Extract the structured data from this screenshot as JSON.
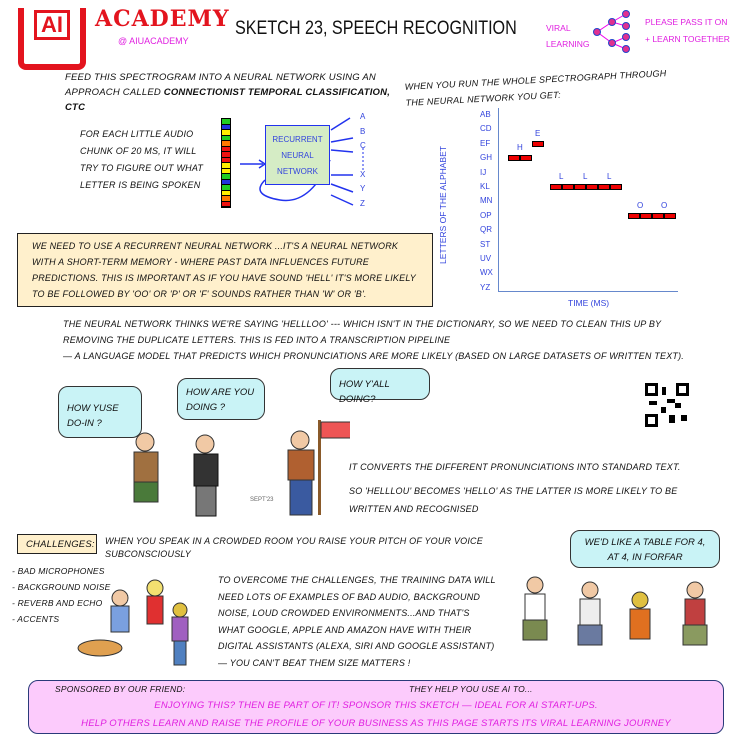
{
  "header": {
    "logo_text": "AI",
    "brand": "ACADEMY",
    "handle": "@ AIUACADEMY",
    "title": "SKETCH 23, SPEECH RECOGNITION",
    "viral_label": "VIRAL LEARNING",
    "pass_on": "PLEASE PASS IT ON",
    "learn_together": "+ LEARN TOGETHER"
  },
  "intro": {
    "line1": "FEED THIS SPECTROGRAM INTO A NEURAL NETWORK USING AN",
    "line2_prefix": "APPROACH CALLED ",
    "line2_bold": "CONNECTIONIST TEMPORAL CLASSIFICATION, CTC"
  },
  "chunk_text": [
    "FOR EACH LITTLE AUDIO",
    "CHUNK OF 20 MS, IT WILL",
    "TRY TO FIGURE OUT WHAT",
    "LETTER IS BEING SPOKEN"
  ],
  "rnn": {
    "label": "RECURRENT NEURAL NETWORK",
    "outputs": [
      "A",
      "B",
      "C",
      "X",
      "Y",
      "Z"
    ],
    "spectro_colors": [
      "#22cc22",
      "#2233dd",
      "#ffee00",
      "#22cc22",
      "#ff7700",
      "#ee1111",
      "#ee1111",
      "#ee1111",
      "#ffee00",
      "#ffee00",
      "#22cc22",
      "#2233dd",
      "#22cc22",
      "#ffee00",
      "#ff7700",
      "#ee1111"
    ]
  },
  "result_intro": [
    "WHEN YOU RUN THE WHOLE SPECTROGRAPH THROUGH",
    "THE NEURAL NETWORK YOU GET:"
  ],
  "chart_data": {
    "type": "heatmap",
    "xlabel": "TIME (MS)",
    "ylabel": "LETTERS OF THE ALPHABET",
    "y_categories": [
      "AB",
      "CD",
      "EF",
      "GH",
      "IJ",
      "KL",
      "MN",
      "OP",
      "QR",
      "ST",
      "UV",
      "WX",
      "YZ"
    ],
    "segments": [
      {
        "letter": "H",
        "row": "GH",
        "start": 0,
        "cells": 2
      },
      {
        "letter": "E",
        "row": "EF",
        "start": 2,
        "cells": 1
      },
      {
        "letter": "L",
        "row": "KL",
        "start": 3.5,
        "cells": 6,
        "labels": 3
      },
      {
        "letter": "O",
        "row": "OP",
        "start": 10,
        "cells": 4,
        "labels": 2
      }
    ]
  },
  "rnn_note": "WE NEED TO USE A RECURRENT NEURAL NETWORK ...IT'S A NEURAL NETWORK WITH A SHORT-TERM MEMORY - WHERE PAST DATA INFLUENCES FUTURE PREDICTIONS. THIS IS IMPORTANT AS IF YOU HAVE SOUND 'HELL' IT'S MORE LIKELY TO BE FOLLOWED BY 'OO' OR 'P' OR 'F' SOUNDS RATHER THAN 'W' OR 'B'.",
  "cleanup": [
    "THE NEURAL NETWORK THINKS WE'RE SAYING 'HELLLOO' --- WHICH ISN'T IN THE DICTIONARY, SO WE NEED TO CLEAN THIS UP BY",
    "REMOVING THE DUPLICATE LETTERS. THIS IS FED INTO A TRANSCRIPTION PIPELINE",
    "— A LANGUAGE MODEL THAT PREDICTS WHICH PRONUNCIATIONS ARE MORE LIKELY (BASED ON LARGE DATASETS OF WRITTEN TEXT)."
  ],
  "bubbles": {
    "scot": "HOW YUSE DO-IN ?",
    "english": "HOW ARE YOU DOING ?",
    "cowboy": "HOW Y'ALL DOING?",
    "forfar": "WE'D LIKE A TABLE FOR 4, AT 4, IN FORFAR"
  },
  "signature": "SEPT'23",
  "convert": {
    "line1": "IT CONVERTS THE DIFFERENT PRONUNCIATIONS INTO STANDARD TEXT.",
    "line2": "SO 'HELLLOU' BECOMES 'HELLO' AS THE LATTER IS MORE LIKELY TO BE",
    "line3": "WRITTEN AND RECOGNISED"
  },
  "challenges": {
    "label": "CHALLENGES:",
    "pitch": "WHEN YOU SPEAK IN A CROWDED ROOM YOU RAISE YOUR PITCH OF YOUR VOICE SUBCONSCIOUSLY",
    "items": [
      "- BAD MICROPHONES",
      "- BACKGROUND NOISE",
      "- REVERB AND ECHO",
      "- ACCENTS"
    ]
  },
  "overcome": [
    "TO OVERCOME THE CHALLENGES, THE TRAINING DATA WILL",
    "NEED LOTS OF EXAMPLES OF BAD AUDIO, BACKGROUND",
    "NOISE, LOUD CROWDED ENVIRONMENTS...AND THAT'S",
    "WHAT GOOGLE, APPLE AND AMAZON HAVE WITH THEIR",
    "DIGITAL ASSISTANTS (ALEXA, SIRI AND GOOGLE ASSISTANT)",
    "— YOU CAN'T BEAT THEM SIZE MATTERS !"
  ],
  "sponsor": {
    "label": "SPONSORED BY OUR FRIEND:",
    "help": "THEY HELP YOU USE AI TO...",
    "line1": "ENJOYING THIS? THEN BE PART OF IT!  SPONSOR THIS SKETCH — IDEAL FOR AI START-UPS.",
    "line2": "HELP OTHERS LEARN AND RAISE THE PROFILE OF YOUR BUSINESS AS THIS PAGE STARTS ITS VIRAL LEARNING JOURNEY"
  }
}
